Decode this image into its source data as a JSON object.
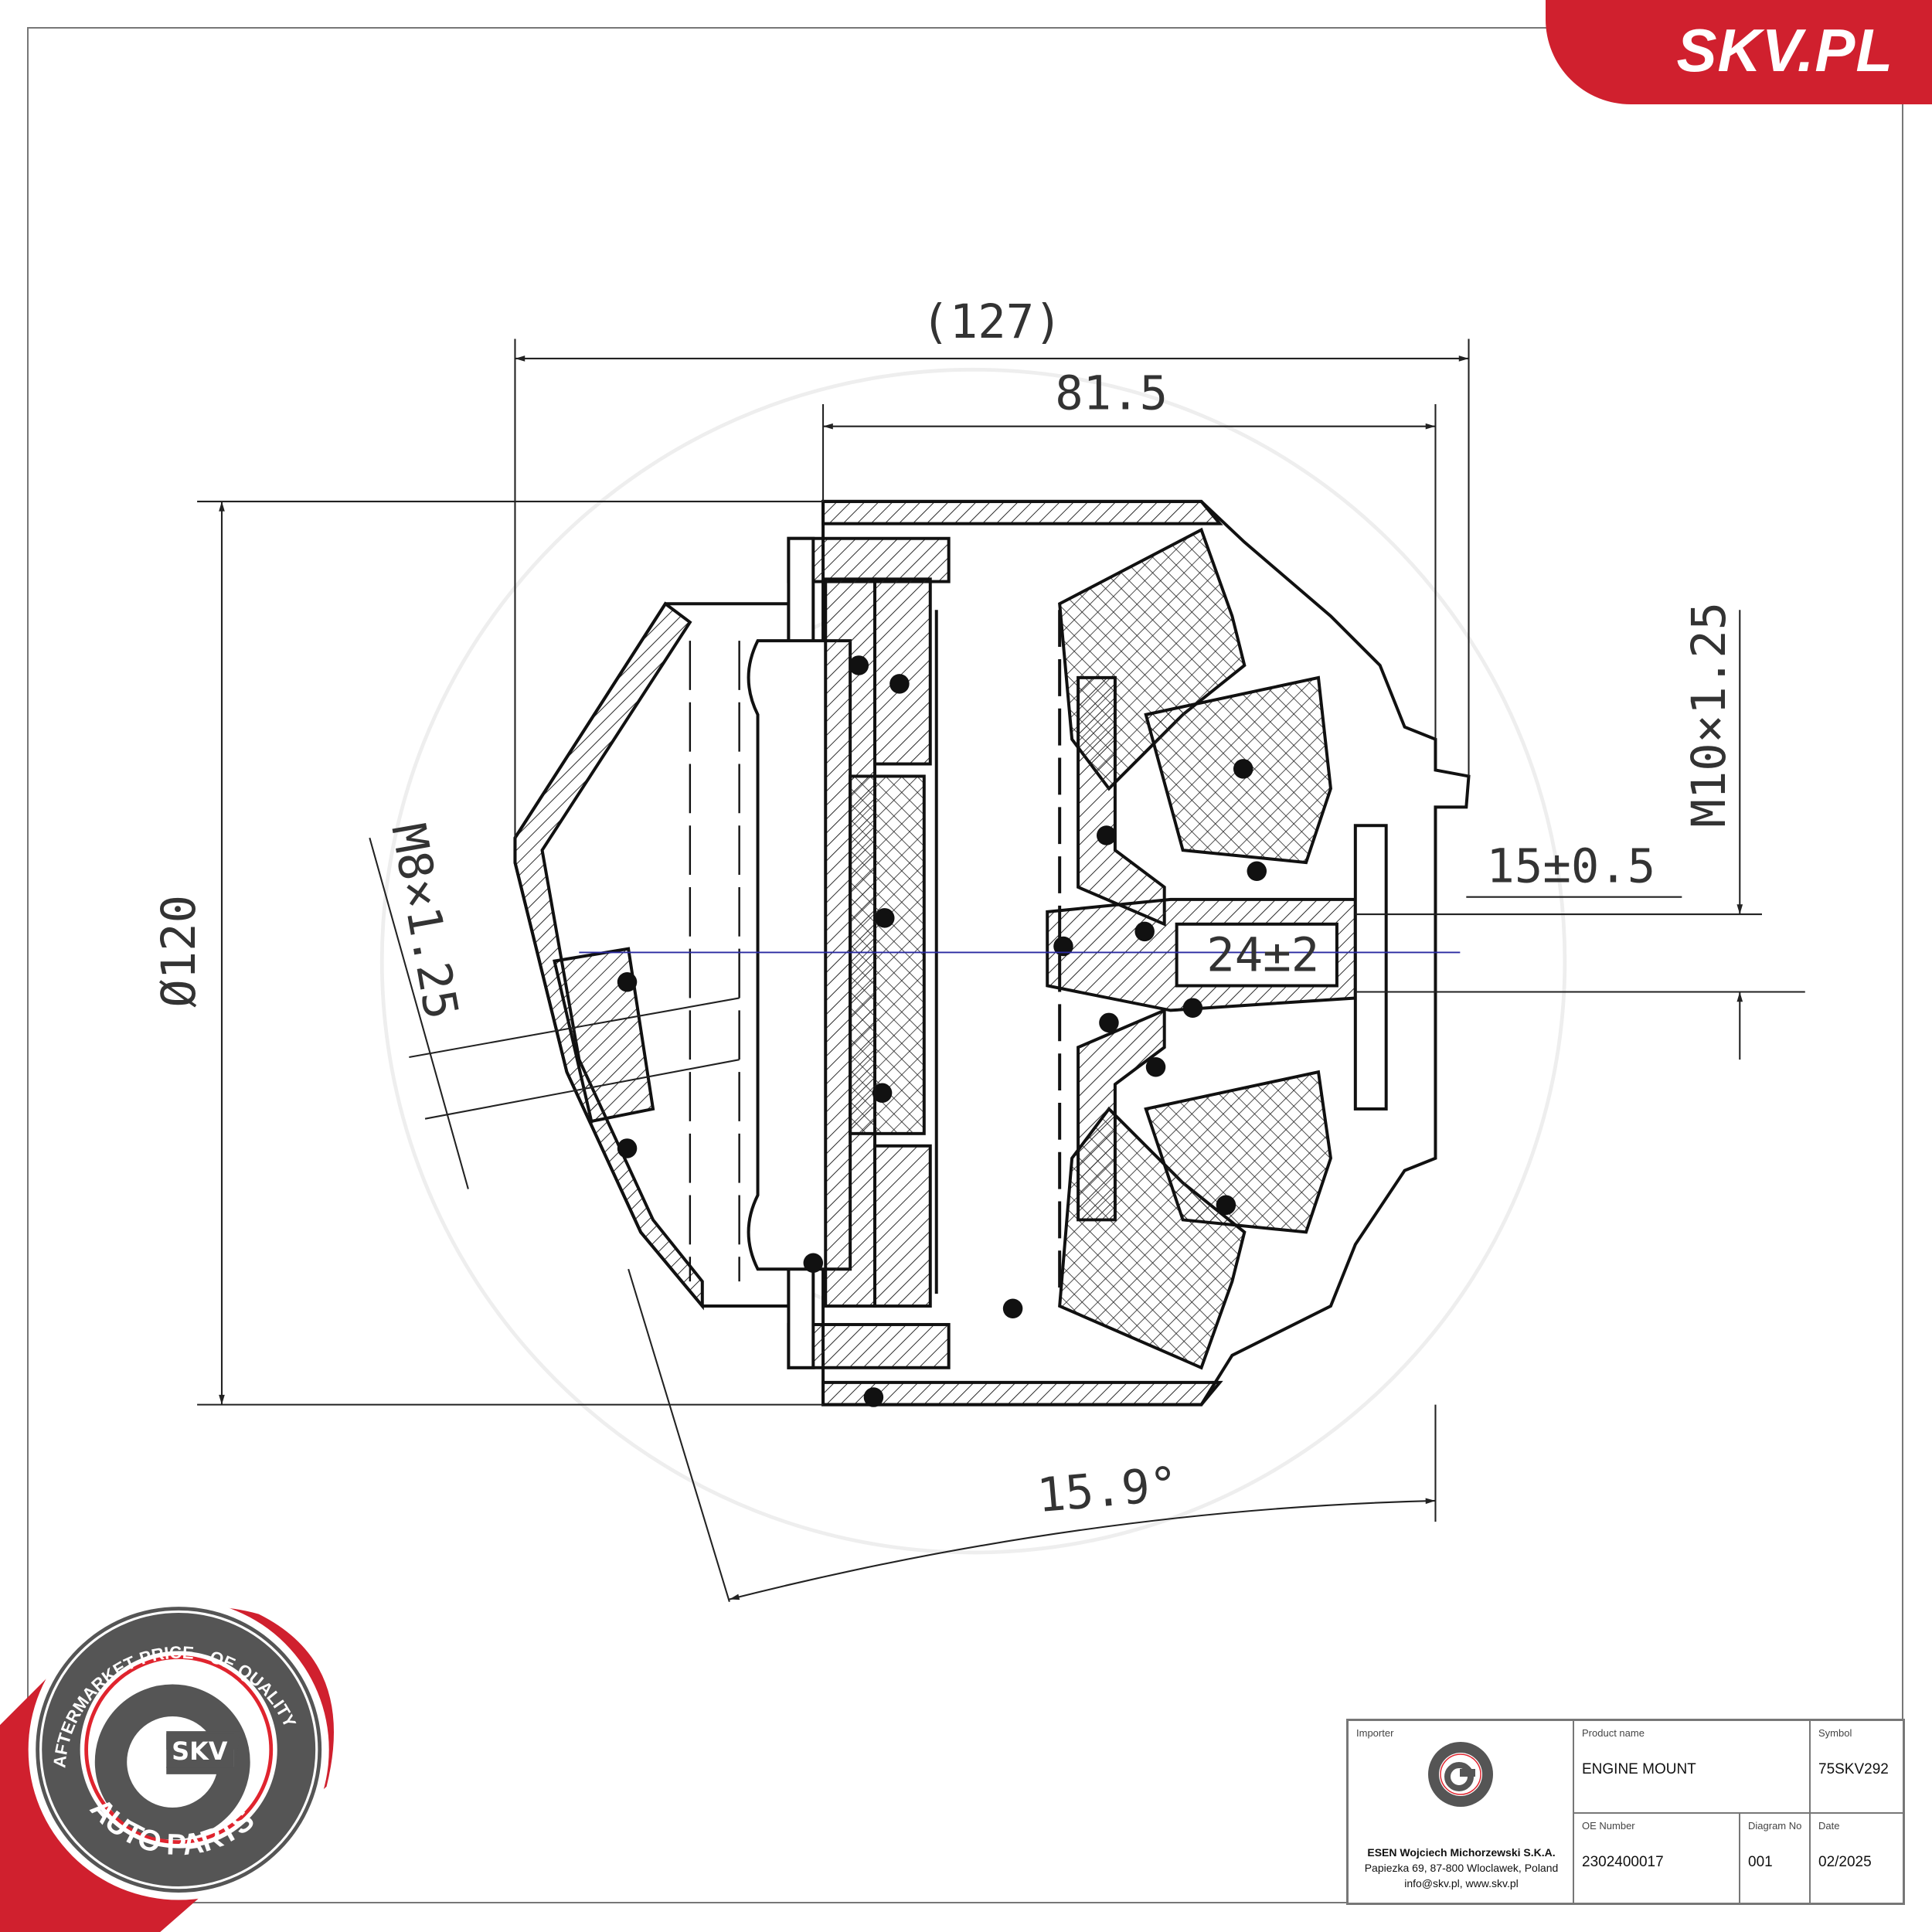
{
  "brand": {
    "text": "SKV.PL",
    "color": "#d0202e"
  },
  "dimensions": {
    "overall_length": "(127)",
    "body_length": "81.5",
    "diameter": "Ø120",
    "thread_right": "M10×1.25",
    "stud_length": "15±0.5",
    "inner_dim": "24±2",
    "thread_left": "M8×1.25",
    "angle": "15.9°"
  },
  "badge": {
    "top_text": "AFTERMARKET PRICE - OE QUALITY",
    "bottom_text": "AUTO PARTS",
    "center_text": "SKV"
  },
  "title_block": {
    "importer_label": "Importer",
    "importer_name": "ESEN Wojciech Michorzewski S.K.A.",
    "importer_address": "Papiezka 69, 87-800 Wloclawek, Poland",
    "importer_contact": "info@skv.pl, www.skv.pl",
    "product_name_label": "Product name",
    "product_name": "ENGINE MOUNT",
    "symbol_label": "Symbol",
    "symbol": "75SKV292",
    "oe_number_label": "OE Number",
    "oe_number": "2302400017",
    "diagram_no_label": "Diagram No",
    "diagram_no": "001",
    "date_label": "Date",
    "date": "02/2025"
  }
}
